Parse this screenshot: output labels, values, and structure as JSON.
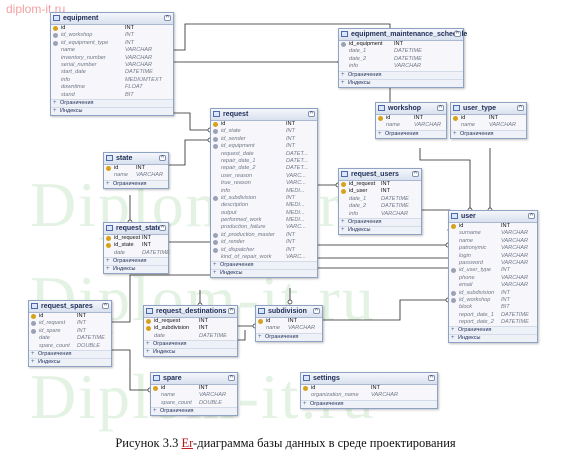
{
  "watermark_top": "diplom-it.ru",
  "watermark_big": "Diplom-it.ru",
  "sections": {
    "constraints": "Ограничения",
    "indexes": "Индексы"
  },
  "caption": {
    "before": "Рисунок 3.3 ",
    "er": "Er",
    "after": "-диаграмма базы данных в среде проектирования"
  },
  "tables": {
    "equipment": {
      "title": "equipment",
      "rows": [
        {
          "n": "id",
          "t": "INT"
        },
        {
          "n": "id_workshop",
          "t": "INT"
        },
        {
          "n": "id_equipment_type",
          "t": "INT"
        },
        {
          "n": "name",
          "t": "VARCHAR"
        },
        {
          "n": "inventory_number",
          "t": "VARCHAR"
        },
        {
          "n": "serial_number",
          "t": "VARCHAR"
        },
        {
          "n": "start_date",
          "t": "DATETIME"
        },
        {
          "n": "info",
          "t": "MEDIUMTEXT"
        },
        {
          "n": "downtime",
          "t": "FLOAT"
        },
        {
          "n": "stand",
          "t": "BIT"
        }
      ]
    },
    "ems": {
      "title": "equipment_maintenance_schedule",
      "rows": [
        {
          "n": "id_equipment",
          "t": "INT"
        },
        {
          "n": "date_1",
          "t": "DATETIME"
        },
        {
          "n": "date_2",
          "t": "DATETIME"
        },
        {
          "n": "info",
          "t": "VARCHAR"
        }
      ]
    },
    "request": {
      "title": "request",
      "rows": [
        {
          "n": "id",
          "t": "INT"
        },
        {
          "n": "id_state",
          "t": "INT"
        },
        {
          "n": "id_sender",
          "t": "INT"
        },
        {
          "n": "id_equipment",
          "t": "INT"
        },
        {
          "n": "request_date",
          "t": "DATET..."
        },
        {
          "n": "repair_date_1",
          "t": "DATET..."
        },
        {
          "n": "repair_date_2",
          "t": "DATET..."
        },
        {
          "n": "user_reason",
          "t": "VARC..."
        },
        {
          "n": "true_reason",
          "t": "VARC..."
        },
        {
          "n": "info",
          "t": "MEDI..."
        },
        {
          "n": "id_subdivision",
          "t": "INT"
        },
        {
          "n": "description",
          "t": "MEDI..."
        },
        {
          "n": "output",
          "t": "MEDI..."
        },
        {
          "n": "performed_work",
          "t": "MEDI..."
        },
        {
          "n": "production_failure",
          "t": "VARC..."
        },
        {
          "n": "id_production_master",
          "t": "INT"
        },
        {
          "n": "id_render",
          "t": "INT"
        },
        {
          "n": "id_dispatcher",
          "t": "INT"
        },
        {
          "n": "kind_of_repair_work",
          "t": "VARC..."
        }
      ]
    },
    "workshop": {
      "title": "workshop",
      "rows": [
        {
          "n": "id",
          "t": "INT"
        },
        {
          "n": "name",
          "t": "VARCHAR"
        }
      ]
    },
    "user_type": {
      "title": "user_type",
      "rows": [
        {
          "n": "id",
          "t": "INT"
        },
        {
          "n": "name",
          "t": "VARCHAR"
        }
      ]
    },
    "state": {
      "title": "state",
      "rows": [
        {
          "n": "id",
          "t": "INT"
        },
        {
          "n": "name",
          "t": "VARCHAR"
        }
      ]
    },
    "request_users": {
      "title": "request_users",
      "rows": [
        {
          "n": "id_request",
          "t": "INT"
        },
        {
          "n": "id_user",
          "t": "INT"
        },
        {
          "n": "date_1",
          "t": "DATETIME"
        },
        {
          "n": "date_2",
          "t": "DATETIME"
        },
        {
          "n": "info",
          "t": "VARCHAR"
        }
      ]
    },
    "user": {
      "title": "user",
      "rows": [
        {
          "n": "id",
          "t": "INT"
        },
        {
          "n": "surname",
          "t": "VARCHAR"
        },
        {
          "n": "name",
          "t": "VARCHAR"
        },
        {
          "n": "patronymic",
          "t": "VARCHAR"
        },
        {
          "n": "login",
          "t": "VARCHAR"
        },
        {
          "n": "password",
          "t": "VARCHAR"
        },
        {
          "n": "id_user_type",
          "t": "INT"
        },
        {
          "n": "phone",
          "t": "VARCHAR"
        },
        {
          "n": "email",
          "t": "VARCHAR"
        },
        {
          "n": "id_subdivision",
          "t": "INT"
        },
        {
          "n": "id_workshop",
          "t": "INT"
        },
        {
          "n": "block",
          "t": "BIT"
        },
        {
          "n": "report_date_1",
          "t": "DATETIME"
        },
        {
          "n": "report_date_2",
          "t": "DATETIME"
        }
      ]
    },
    "request_states": {
      "title": "request_states",
      "rows": [
        {
          "n": "id_request",
          "t": "INT"
        },
        {
          "n": "id_state",
          "t": "INT"
        },
        {
          "n": "date",
          "t": "DATETIME"
        }
      ]
    },
    "request_spares": {
      "title": "request_spares",
      "rows": [
        {
          "n": "id",
          "t": "INT"
        },
        {
          "n": "id_request",
          "t": "INT"
        },
        {
          "n": "id_spare",
          "t": "INT"
        },
        {
          "n": "date",
          "t": "DATETIME"
        },
        {
          "n": "spare_count",
          "t": "DOUBLE"
        }
      ]
    },
    "request_destinations": {
      "title": "request_destinations",
      "rows": [
        {
          "n": "id_request",
          "t": "INT"
        },
        {
          "n": "id_subdivision",
          "t": "INT"
        },
        {
          "n": "date",
          "t": "DATETIME"
        }
      ]
    },
    "subdivision": {
      "title": "subdivision",
      "rows": [
        {
          "n": "id",
          "t": "INT"
        },
        {
          "n": "name",
          "t": "VARCHAR"
        }
      ]
    },
    "spare": {
      "title": "spare",
      "rows": [
        {
          "n": "id",
          "t": "INT"
        },
        {
          "n": "name",
          "t": "VARCHAR"
        },
        {
          "n": "spare_count",
          "t": "DOUBLE"
        }
      ]
    },
    "settings": {
      "title": "settings",
      "rows": [
        {
          "n": "id",
          "t": "INT"
        },
        {
          "n": "organization_name",
          "t": "VARCHAR"
        }
      ]
    }
  }
}
